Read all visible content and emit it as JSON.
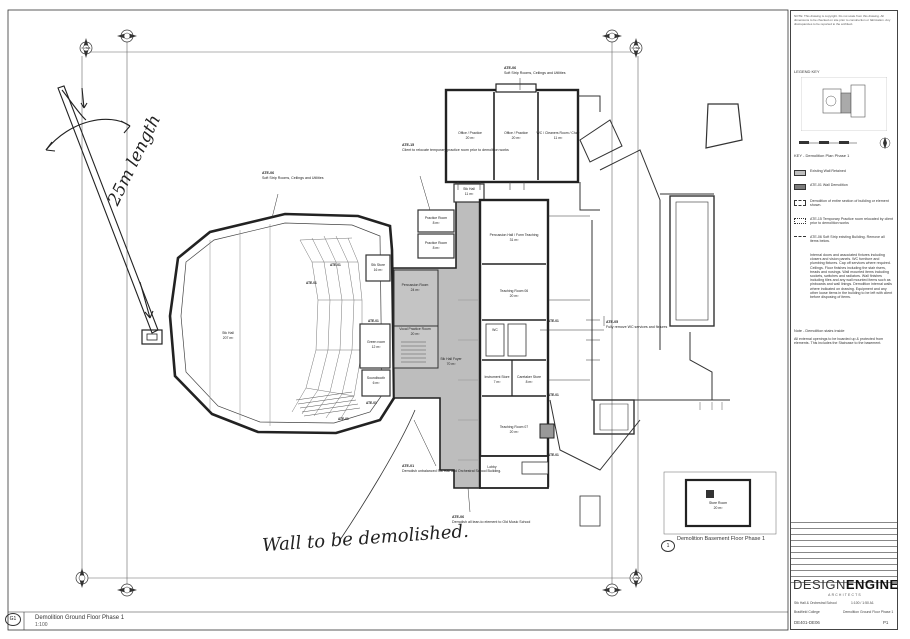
{
  "drawing": {
    "main_title": "Demolition Ground Floor Phase 1",
    "main_scale": "1:100",
    "main_number": "G1",
    "basement_title": "Demolition Basement Floor Phase 1",
    "basement_number": "1"
  },
  "grid_bubbles": {
    "top_left": "N\n25E6",
    "top_right": "N\n25E4",
    "right": "N\n25E5"
  },
  "handwriting": {
    "length_note": "25m length",
    "wall_note": "Wall to be demolished."
  },
  "rooms": [
    {
      "name": "Office / Practice",
      "area": "20 m²"
    },
    {
      "name": "Office / Practice",
      "area": "20 m²"
    },
    {
      "name": "WC / Cleaners Room / Chair",
      "area": "11 m²"
    },
    {
      "name": "Stk Hall",
      "area": "80 m²"
    },
    {
      "name": "Stk Hall",
      "area": "11 m²"
    },
    {
      "name": "Practice Room",
      "area": "8 m²"
    },
    {
      "name": "Practice Room",
      "area": "8 m²"
    },
    {
      "name": "Percussion Hall / Form Teaching",
      "area": "31 m²"
    },
    {
      "name": "Teaching Room 06",
      "area": "20 m²"
    },
    {
      "name": "Percussion Room",
      "area": "24 m²"
    },
    {
      "name": "Vocal Practice Room",
      "area": "20 m²"
    },
    {
      "name": "Stk Hall Foyer",
      "area": "70 m²"
    },
    {
      "name": "WC",
      "area": ""
    },
    {
      "name": "Instrument Store",
      "area": "7 m²"
    },
    {
      "name": "Caretaker Store",
      "area": "8 m²"
    },
    {
      "name": "Teaching Room 07",
      "area": "20 m²"
    },
    {
      "name": "Stk Hall",
      "area": "207 m²"
    },
    {
      "name": "Green room",
      "area": "12 m²"
    },
    {
      "name": "Stk Store",
      "area": "16 m²"
    },
    {
      "name": "Soundbooth",
      "area": "6 m²"
    },
    {
      "name": "Lobby",
      "area": ""
    },
    {
      "name": "Store Room",
      "area": "20 m²"
    }
  ],
  "callouts": [
    {
      "code": "ATE-06",
      "text": "Soft Strip Rooms, Ceilings and Utilities"
    },
    {
      "code": "ATE-06",
      "text": "Soft Strip Rooms, Ceilings and Utilities"
    },
    {
      "code": "ATE-15",
      "text": "Client to relocate temporary practice room prior to demolition works"
    },
    {
      "code": "ATE-05",
      "text": "Fully remove WC services and fixtures"
    },
    {
      "code": "ATE-01",
      "text": "Demolish unbalanced Stk Hall and Orchestral School Building."
    },
    {
      "code": "ATE-06",
      "text": "Demolish all lean-to element to Old Music School"
    }
  ],
  "ate01_marks": [
    "ATE-01",
    "ATE-01",
    "ATE-01",
    "ATE-01",
    "ATE-01",
    "ATE-01",
    "ATE-01",
    "ATE-01"
  ],
  "title_block": {
    "notes": "NOTE: This drawing is copyright. Do not scale from this drawing. All dimensions to be checked on site prior to construction or fabrication. Any discrepancies to be reported to the architect.",
    "legend_label": "LEGEND KEY",
    "key_title": "KEY - Demolition Plan Phase 1",
    "legend": [
      {
        "label": "Existing Wall Retained",
        "color": "#bdbdbd"
      },
      {
        "label": "ATE-01 Wall Demolition",
        "color": "#7a7a7a"
      },
      {
        "label": "Demolition of entire section of building or element shown.",
        "color": "#ffffff"
      },
      {
        "label": "ATE-15 Temporary Practice room relocated by client prior to demolition works",
        "color": "#ffffff"
      },
      {
        "label": "ATE-06 Soft Strip existing Building. Remove all items below.",
        "color": "#ffffff"
      }
    ],
    "strip_list": "Internal doors and associated fixtures including closers and vision panels. WC furniture and plumbing fixtures. Cap off services where required. Ceilings. Floor finishes including the stair risers, treads and nosings. Wall mounted items including sockets, switches and radiators. Wall finishes including tiles and any wall mounted items such as pinboards and wall linings. Demolition internal walls where indicated on drawing. Equipment and any other loose items in the building to be left with client before disposing of items.",
    "note_label": "Note - Demolition stairs inside",
    "note_text": "All external openings to be boarded up & protected from elements. This includes the Staircase to the basement.",
    "brand_a": "DESIGN",
    "brand_b": "ENGINE",
    "brand_sub": "ARCHITECTS",
    "project_label": "Stk Hall & Orchestral School",
    "client_label": "Bradfield College",
    "drawing_label": "Demolition Ground Floor Phase 1",
    "scale_label": "1:100 / 1:50 A1",
    "drawing_number": "DE401-DE06",
    "revision": "P1"
  }
}
